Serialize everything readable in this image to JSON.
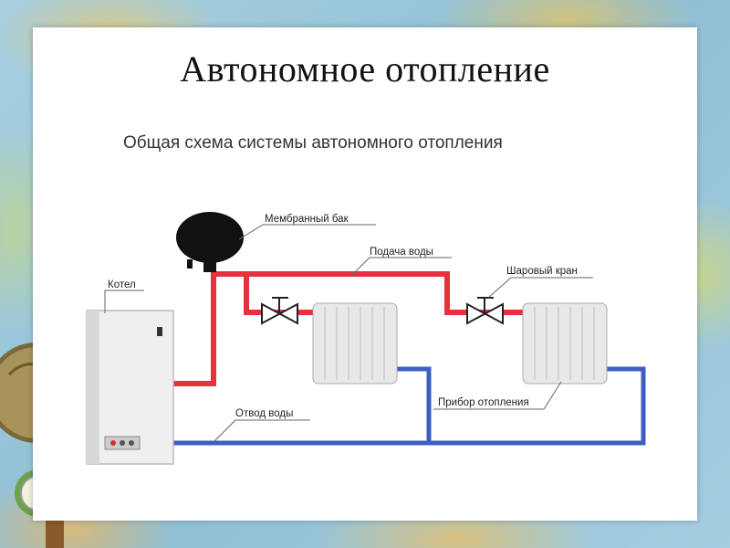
{
  "slide": {
    "title": "Автономное отопление"
  },
  "diagram": {
    "title": "Общая схема системы автономного отопления",
    "labels": {
      "tank": "Мембранный бак",
      "supply": "Подача воды",
      "valve": "Шаровый кран",
      "boiler": "Котел",
      "return": "Отвод воды",
      "radiator": "Прибор отопления"
    },
    "colors": {
      "supply_pipe": "#e8303f",
      "return_pipe": "#3d5fc4",
      "tank": "#111111",
      "boiler": "#eeeeee",
      "radiator": "#e6e6e6"
    }
  }
}
